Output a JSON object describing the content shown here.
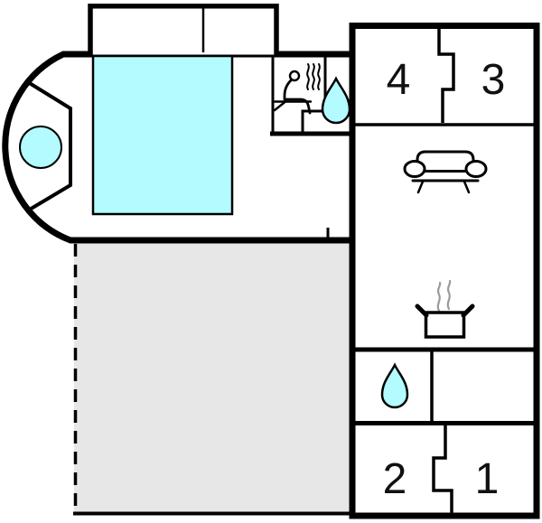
{
  "floor_plan": {
    "title": "holiday-home-floor-plan",
    "rooms": [
      {
        "id": "room-4",
        "label": "4"
      },
      {
        "id": "room-3",
        "label": "3"
      },
      {
        "id": "room-2",
        "label": "2"
      },
      {
        "id": "room-1",
        "label": "1"
      }
    ],
    "icons": [
      {
        "name": "sauna-icon",
        "meaning": "sauna"
      },
      {
        "name": "water-drop-icon",
        "meaning": "shower / water"
      },
      {
        "name": "sofa-icon",
        "meaning": "living room"
      },
      {
        "name": "cooking-pot-icon",
        "meaning": "kitchen"
      },
      {
        "name": "round-table-icon",
        "meaning": "table in bay window"
      },
      {
        "name": "bed-icon",
        "meaning": "double bed"
      }
    ],
    "colors": {
      "water": "#b3fbff",
      "terrace": "#e7e7e7",
      "wall": "#000000",
      "steam_gray": "#9a9a9a",
      "background": "#ffffff"
    }
  }
}
